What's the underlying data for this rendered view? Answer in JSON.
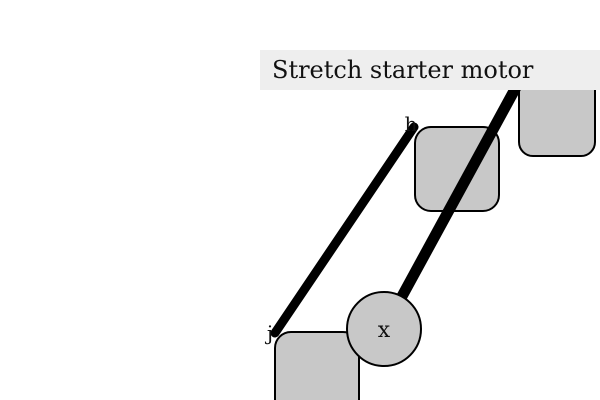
{
  "level": {
    "title": "Stretch starter motor"
  },
  "colors": {
    "background": "#ffffff",
    "banner": "#eeeeee",
    "block_fill": "#c8c8c8",
    "outline": "#000000",
    "beam": "#000000"
  },
  "motor": {
    "label": "x"
  },
  "anchors": {
    "top_label": "h",
    "bottom_label": "j"
  }
}
